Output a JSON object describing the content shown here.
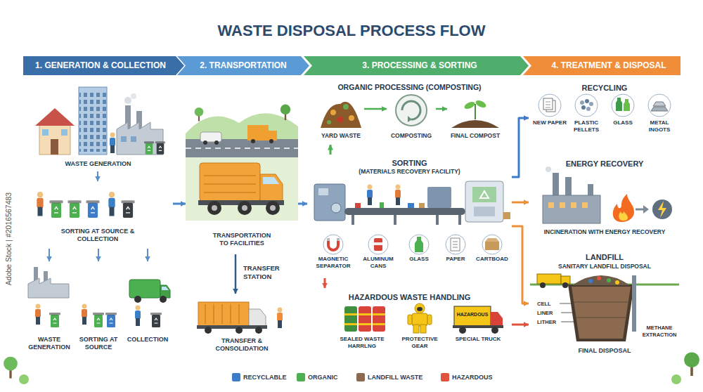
{
  "diagram": {
    "title": "WASTE DISPOSAL PROCESS FLOW",
    "nodes": [
      {
        "text": [
          "1. GENERATION & COLLECTION"
        ]
      },
      {
        "text": [
          "WASTE GENERATION"
        ],
        "in": 0
      },
      {
        "text": [
          "SORTING AT SOURCE & COLLECTION"
        ],
        "in": 0
      },
      {
        "text": [
          "WASTE GENERATION"
        ],
        "in": 0
      },
      {
        "text": [
          "SORTING AT SOURCE"
        ],
        "in": 0
      },
      {
        "text": [
          "COLLECTION"
        ],
        "in": 0
      },
      {
        "text": [
          "2. TRANSPORTATION"
        ]
      },
      {
        "text": [
          "TRANSPORTATION TO FACILITIES"
        ],
        "in": 6
      },
      {
        "text": [
          "TRANSFER & CONSOLIDATION"
        ],
        "in": 6
      },
      {
        "text": [
          "3. PROCESSING & SORTING"
        ]
      },
      {
        "text": [
          "ORGANIC PROCESSING (COMPOSTING)"
        ],
        "in": 9
      },
      {
        "text": [
          "YARD WASTE"
        ],
        "in": 10
      },
      {
        "text": [
          "COMPOSTING"
        ],
        "in": 10
      },
      {
        "text": [
          "FINAL COMPOST"
        ],
        "in": 10
      },
      {
        "text": [
          "SORTING",
          "(MATERIALS RECOVERY FACILITY)"
        ],
        "in": 9
      },
      {
        "text": [
          "MAGNETIC SEPARATOR"
        ],
        "in": 14
      },
      {
        "text": [
          "ALUMINUM CANS"
        ],
        "in": 14
      },
      {
        "text": [
          "GLASS"
        ],
        "in": 14
      },
      {
        "text": [
          "PAPER"
        ],
        "in": 14
      },
      {
        "text": [
          "CARTBOAD"
        ],
        "in": 14
      },
      {
        "text": [
          "HAZARDOUS WASTE HANDLING"
        ],
        "in": 9
      },
      {
        "text": [
          "SEALED WASTE HARRLNG"
        ],
        "in": 20
      },
      {
        "text": [
          "PROTECTIVE GEAR"
        ],
        "in": 20
      },
      {
        "text": [
          "SPECIAL TRUCK"
        ],
        "in": 20
      },
      {
        "text": [
          "4. TREATMENT & DISPOSAL"
        ]
      },
      {
        "text": [
          "RECYCLING"
        ],
        "in": 24
      },
      {
        "text": [
          "NEW PAPER"
        ],
        "in": 25
      },
      {
        "text": [
          "PLASTIC PELLETS"
        ],
        "in": 25
      },
      {
        "text": [
          "GLASS"
        ],
        "in": 25
      },
      {
        "text": [
          "METAL INGOTS"
        ],
        "in": 25
      },
      {
        "text": [
          "ENERGY RECOVERY",
          "INCINERATION WITH ENERGY RECOVERY"
        ],
        "in": 24
      },
      {
        "text": [
          "LANDFILL",
          "SANITARY LANDFILL DISPOSAL",
          "FINAL DISPOSAL"
        ],
        "in": 24
      }
    ],
    "edges": [
      {
        "from": 0,
        "to": 6,
        "arrow": "to"
      },
      {
        "from": 1,
        "to": 2,
        "arrow": "to"
      },
      {
        "from": 2,
        "to": 3,
        "arrow": "to"
      },
      {
        "from": 2,
        "to": 4,
        "arrow": "to"
      },
      {
        "from": 2,
        "to": 5,
        "arrow": "to"
      },
      {
        "from": 6,
        "to": 9,
        "arrow": "to"
      },
      {
        "from": 7,
        "to": 8,
        "label": "TRANSFER STATION",
        "arrow": "to"
      },
      {
        "from": 11,
        "to": 12,
        "arrow": "to"
      },
      {
        "from": 12,
        "to": 13,
        "arrow": "to"
      },
      {
        "from": 14,
        "to": 10,
        "arrow": "to"
      },
      {
        "from": 14,
        "to": 20,
        "arrow": "to"
      },
      {
        "from": 14,
        "to": 25,
        "arrow": "to"
      },
      {
        "from": 14,
        "to": 30,
        "arrow": "to"
      },
      {
        "from": 14,
        "to": 31,
        "arrow": "to"
      },
      {
        "from": 20,
        "to": 31,
        "arrow": "to"
      }
    ],
    "labels": [
      "HAZARDOUS",
      "CELL",
      "LINER",
      "LITHER",
      "METHANE EXTRACTION",
      "Adobe Stock | #2016567483"
    ],
    "legend": [
      {
        "text": "RECYCLABLE",
        "color": "#3d7cc9"
      },
      {
        "text": "ORGANIC",
        "color": "#4caf50"
      },
      {
        "text": "LANDFILL WASTE",
        "color": "#8b6a4f"
      },
      {
        "text": "HAZARDOUS",
        "color": "#e0533d"
      }
    ]
  }
}
